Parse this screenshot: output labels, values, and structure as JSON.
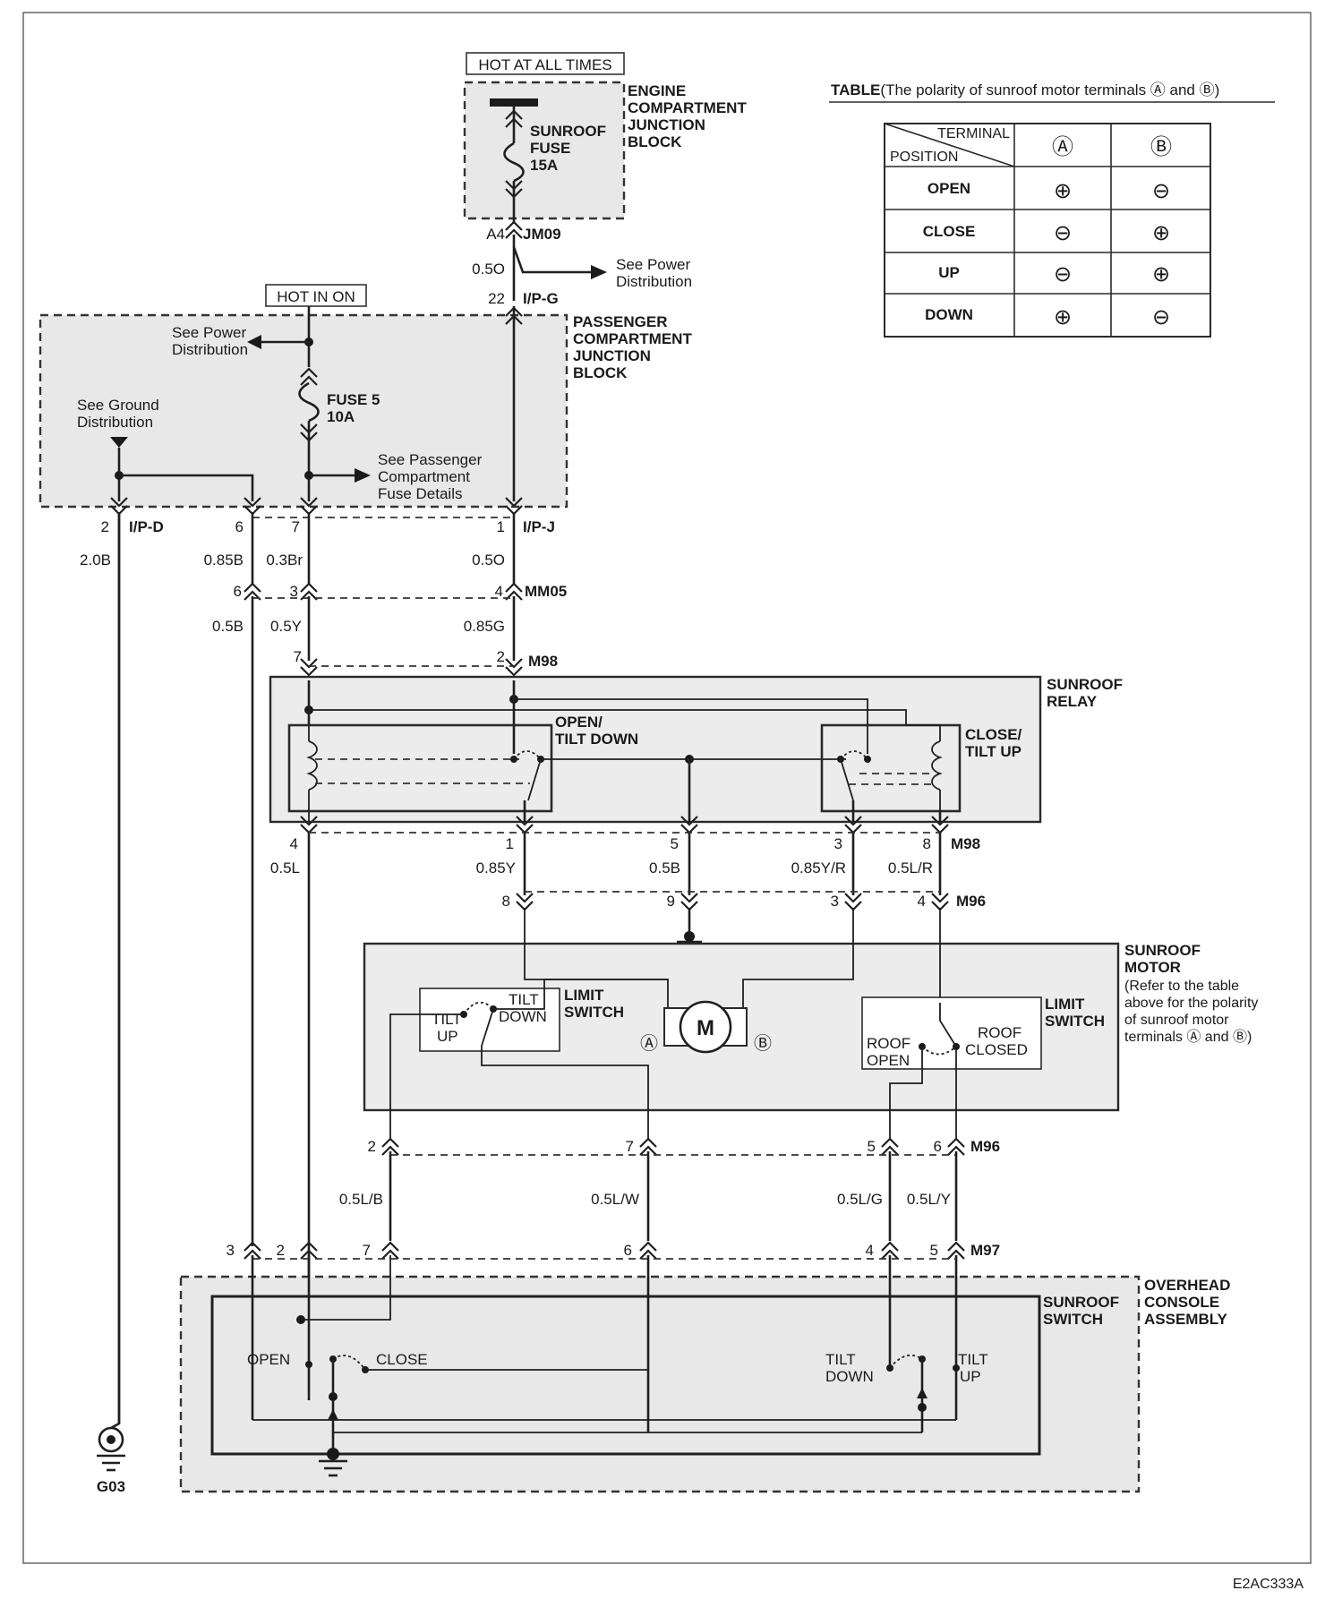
{
  "header": {
    "hot_at_all_times": "HOT AT ALL TIMES",
    "hot_in_on": "HOT IN ON",
    "page_code": "E2AC333A"
  },
  "blocks": {
    "engine_junction": [
      "ENGINE",
      "COMPARTMENT",
      "JUNCTION",
      "BLOCK"
    ],
    "passenger_junction": [
      "PASSENGER",
      "COMPARTMENT",
      "JUNCTION",
      "BLOCK"
    ],
    "sunroof_relay": [
      "SUNROOF",
      "RELAY"
    ],
    "sunroof_motor": [
      "SUNROOF",
      "MOTOR",
      "(Refer to the table",
      "above for the polarity",
      "of sunroof motor",
      "terminals Ⓐ and Ⓑ)"
    ],
    "overhead_console": [
      "OVERHEAD",
      "CONSOLE",
      "ASSEMBLY"
    ],
    "sunroof_switch": [
      "SUNROOF",
      "SWITCH"
    ]
  },
  "fuses": {
    "sunroof_fuse": [
      "SUNROOF",
      "FUSE",
      "15A"
    ],
    "fuse5": [
      "FUSE 5",
      "10A"
    ]
  },
  "references": {
    "power_dist_1": [
      "See Power",
      "Distribution"
    ],
    "power_dist_2": [
      "See Power",
      "Distribution"
    ],
    "ground_dist": [
      "See Ground",
      "Distribution"
    ],
    "passenger_fuse": [
      "See Passenger",
      "Compartment",
      "Fuse Details"
    ]
  },
  "connectors": {
    "jm09": "JM09",
    "jm09_pin": "A4",
    "ipg": "I/P-G",
    "ipg_pin": "22",
    "ipd": "I/P-D",
    "ipd_pin": "2",
    "ipj": "I/P-J",
    "ipj_pin": "1",
    "ip_pin6": "6",
    "ip_pin7": "7",
    "mm05": "MM05",
    "mm05_pins": [
      "6",
      "3",
      "4"
    ],
    "m98_top": "M98",
    "m98_top_pins": [
      "7",
      "2"
    ],
    "m98_bottom": "M98",
    "m98_bottom_pins": [
      "4",
      "1",
      "5",
      "3",
      "8"
    ],
    "m96_top": "M96",
    "m96_top_pins": [
      "8",
      "9",
      "3",
      "4"
    ],
    "m96_bottom": "M96",
    "m96_bottom_pins": [
      "2",
      "7",
      "5",
      "6"
    ],
    "m97": "M97",
    "m97_pins": [
      "3",
      "2",
      "7",
      "6",
      "4",
      "5"
    ],
    "ground": "G03"
  },
  "wires": {
    "w_05O_top": "0.5O",
    "w_20B": "2.0B",
    "w_085B": "0.85B",
    "w_03Br": "0.3Br",
    "w_05O_mid": "0.5O",
    "w_05B_left": "0.5B",
    "w_05Y": "0.5Y",
    "w_085G": "0.85G",
    "w_05L": "0.5L",
    "w_085Y": "0.85Y",
    "w_05B_mid": "0.5B",
    "w_085YR": "0.85Y/R",
    "w_05LR": "0.5L/R",
    "w_05LB": "0.5L/B",
    "w_05LW": "0.5L/W",
    "w_05LG": "0.5L/G",
    "w_05LY": "0.5L/Y"
  },
  "relays": {
    "open_tilt_down": [
      "OPEN/",
      "TILT DOWN"
    ],
    "close_tilt_up": [
      "CLOSE/",
      "TILT UP"
    ]
  },
  "motor": {
    "symbol": "M",
    "term_a": "Ⓐ",
    "term_b": "Ⓑ"
  },
  "limit_switches": {
    "left_title": [
      "LIMIT",
      "SWITCH"
    ],
    "tilt_up": [
      "TILT",
      "UP"
    ],
    "tilt_down": [
      "TILT",
      "DOWN"
    ],
    "right_title": [
      "LIMIT",
      "SWITCH"
    ],
    "roof_open": [
      "ROOF",
      "OPEN"
    ],
    "roof_closed": [
      "ROOF",
      "CLOSED"
    ]
  },
  "switch": {
    "open": "OPEN",
    "close": "CLOSE",
    "tilt_down": [
      "TILT",
      "DOWN"
    ],
    "tilt_up": [
      "TILT",
      "UP"
    ]
  },
  "table": {
    "title_bold": "TABLE",
    "title_rest": "(The polarity of sunroof motor terminals Ⓐ and Ⓑ)",
    "header_terminal": "TERMINAL",
    "header_position": "POSITION",
    "col_a": "Ⓐ",
    "col_b": "Ⓑ",
    "rows": [
      {
        "position": "OPEN",
        "a": "⊕",
        "b": "⊖"
      },
      {
        "position": "CLOSE",
        "a": "⊖",
        "b": "⊕"
      },
      {
        "position": "UP",
        "a": "⊖",
        "b": "⊕"
      },
      {
        "position": "DOWN",
        "a": "⊕",
        "b": "⊖"
      }
    ]
  }
}
